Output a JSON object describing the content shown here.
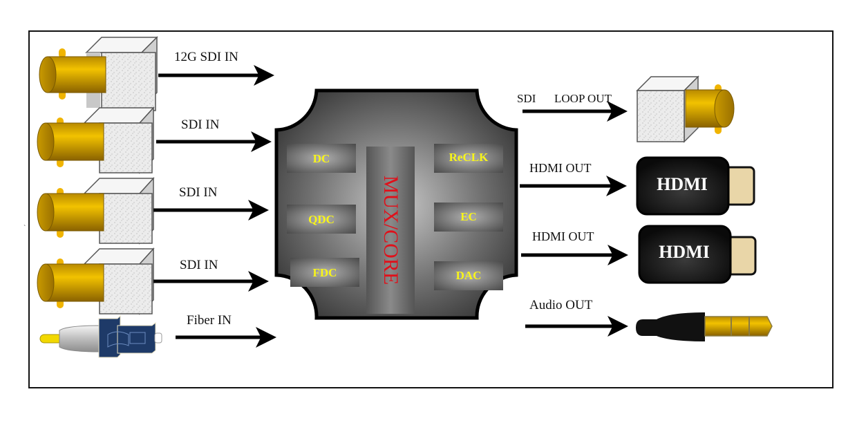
{
  "diagram": {
    "inputs": [
      {
        "label": "12G SDI IN",
        "connector": "bnc-connector-icon"
      },
      {
        "label": "SDI IN",
        "connector": "bnc-connector-icon"
      },
      {
        "label": "SDI IN",
        "connector": "bnc-connector-icon"
      },
      {
        "label": "SDI IN",
        "connector": "bnc-connector-icon"
      },
      {
        "label": "Fiber IN",
        "connector": "fiber-connector-icon"
      }
    ],
    "core": {
      "title": "MUX/CORE",
      "left_blocks": [
        "DC",
        "QDC",
        "FDC"
      ],
      "right_blocks": [
        "ReCLK",
        "EC",
        "DAC"
      ]
    },
    "outputs": [
      {
        "label_a": "SDI",
        "label_b": "LOOP OUT",
        "connector": "bnc-connector-icon"
      },
      {
        "label": "HDMI OUT",
        "connector": "hdmi-connector-icon",
        "plug_text": "HDMI"
      },
      {
        "label": "HDMI OUT",
        "connector": "hdmi-connector-icon",
        "plug_text": "HDMI"
      },
      {
        "label": "Audio OUT",
        "connector": "audio-jack-icon"
      }
    ],
    "colors": {
      "block_text": "#f7f41a",
      "core_text": "#e0101a",
      "gold": "#e0a800"
    }
  }
}
